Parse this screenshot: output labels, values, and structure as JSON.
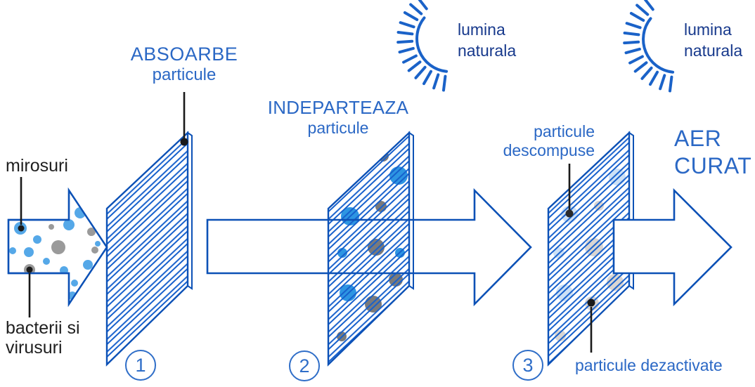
{
  "palette": {
    "outline_blue": "#0c51b6",
    "hatch_blue": "#1660cc",
    "label_blue": "#2b68c5",
    "deep_blue_text": "#17398c",
    "black_text": "#1f1f1f",
    "particle_blue": "#55a8e8",
    "particle_gray": "#9a9a9a",
    "captured_particle_blue": "#2d95e2",
    "captured_particle_gray": "#7a7a7a",
    "faded_particle_blue": "#cde1f6",
    "faded_particle_gray": "#d9d5d2"
  },
  "stage1": {
    "step": "1",
    "filter_title": "ABSOARBE",
    "filter_subtitle": "particule",
    "odors_label": "mirosuri",
    "bacteria_line1": "bacterii si",
    "bacteria_line2": "virusuri"
  },
  "stage2": {
    "step": "2",
    "title": "INDEPARTEAZA",
    "subtitle": "particule",
    "light_line1": "lumina",
    "light_line2": "naturala"
  },
  "stage3": {
    "step": "3",
    "light_line1": "lumina",
    "light_line2": "naturala",
    "decomposed_line1": "particule",
    "decomposed_line2": "descompuse",
    "deactivated_label": "particule dezactivate",
    "result_line1": "AER",
    "result_line2": "CURAT"
  }
}
